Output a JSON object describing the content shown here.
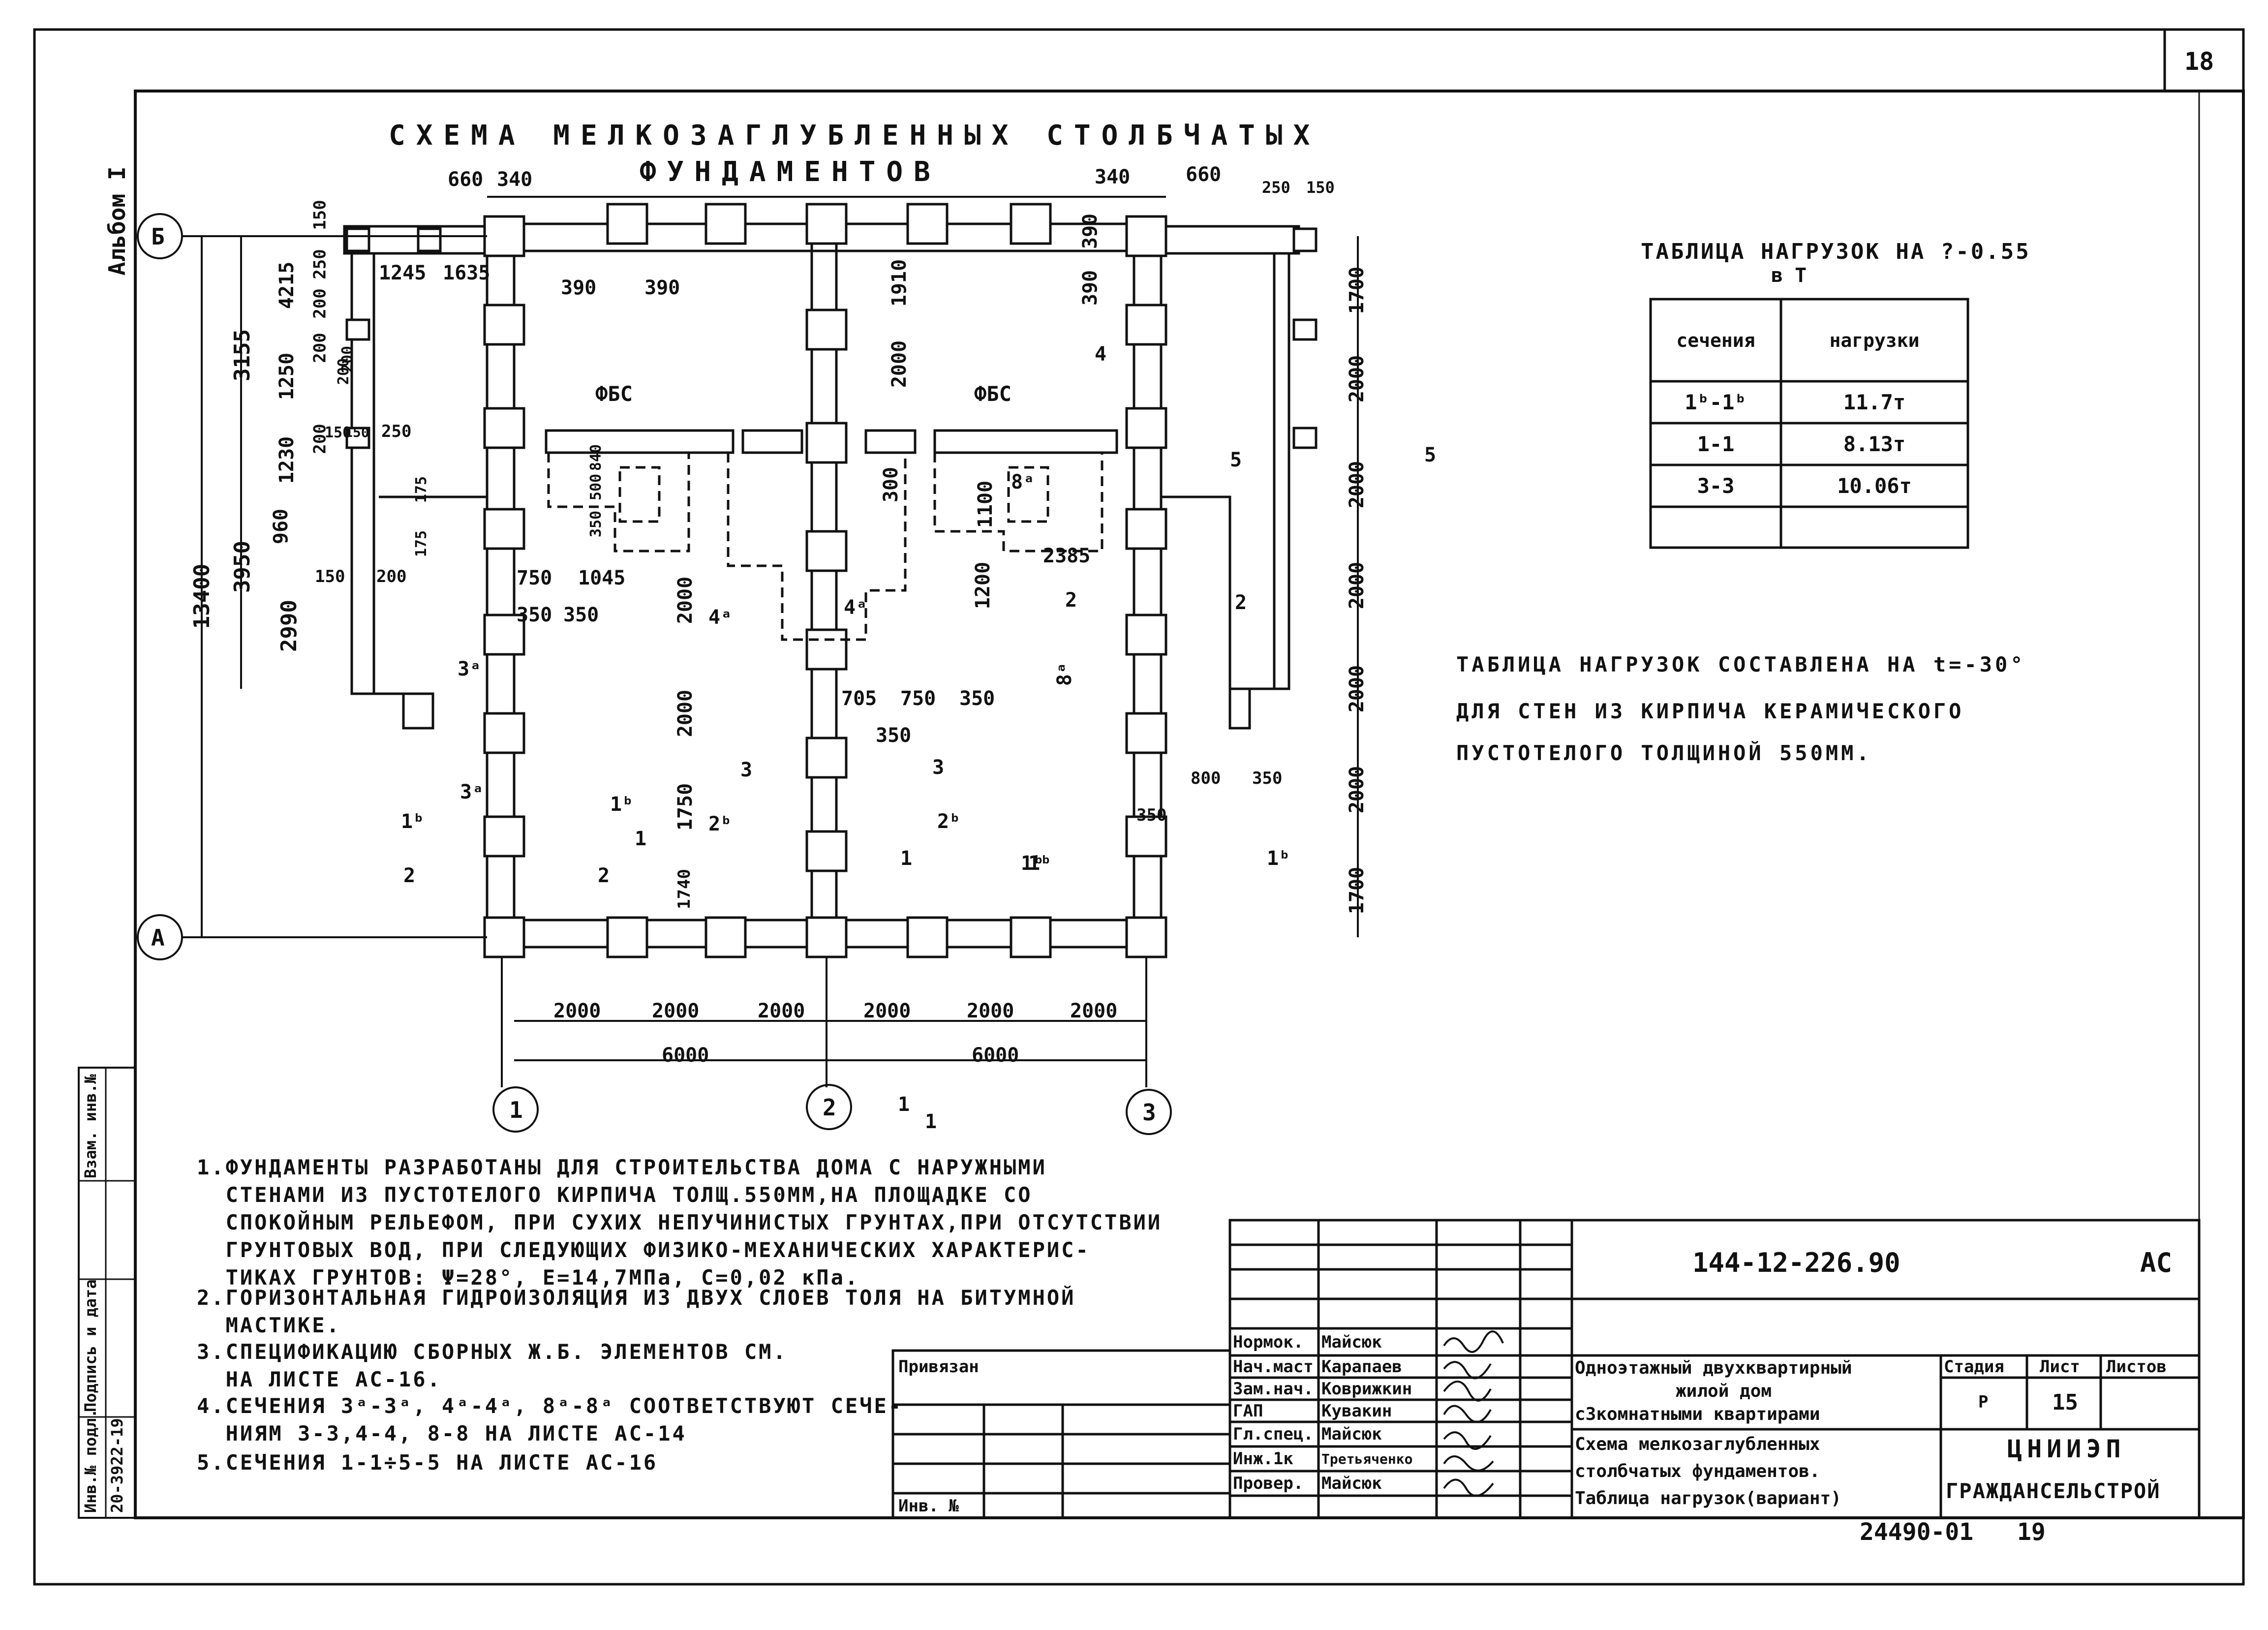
{
  "sheet_number": "18",
  "album_label": "Альбом I",
  "title_line1": "СХЕМА МЕЛКОЗАГЛУБЛЕННЫХ СТОЛБЧАТЫХ",
  "title_line2": "ФУНДАМЕНТОВ",
  "axes": {
    "row_top": "Б",
    "row_bottom": "А",
    "col1": "1",
    "col2": "2",
    "col3": "3"
  },
  "top_dims": [
    "660",
    "340",
    "340",
    "660",
    "250",
    "150"
  ],
  "dims_inner": [
    "1245",
    "1635",
    "390",
    "390",
    "1910",
    "390",
    "390",
    "ФБС",
    "ФБС",
    "2385",
    "750",
    "1045",
    "350",
    "350",
    "705",
    "750",
    "350",
    "350",
    "800",
    "350",
    "350",
    "1200",
    "1100",
    "300",
    "2000",
    "2000",
    "2000",
    "1750",
    "1740",
    "500",
    "840",
    "350",
    "200",
    "150",
    "250"
  ],
  "left_dims": [
    "150",
    "4215",
    "250",
    "200",
    "1250",
    "200",
    "200",
    "1230",
    "200",
    "150",
    "960",
    "175",
    "175",
    "3155",
    "3950",
    "2990",
    "150",
    "200",
    "13400"
  ],
  "right_dims": [
    "1700",
    "2000",
    "2000",
    "2000",
    "2000",
    "2000",
    "1700"
  ],
  "bottom_dims": [
    "2000",
    "2000",
    "2000",
    "2000",
    "2000",
    "2000"
  ],
  "bottom_totals": [
    "6000",
    "6000"
  ],
  "section_marks": [
    "4",
    "5",
    "5",
    "2",
    "2",
    "4ᵃ",
    "4ᵃ",
    "8ᵃ",
    "8ᵃ",
    "3ᵃ",
    "3ᵃ",
    "3",
    "3",
    "2ᵇ",
    "2ᵇ",
    "1ᵇ",
    "1ᵇ",
    "1ᵇ",
    "1ᵇ",
    "2",
    "2",
    "1",
    "1",
    "1ᵇ",
    "1",
    "1"
  ],
  "load_table": {
    "title": "ТАБЛИЦА НАГРУЗОК НА ?-0.55",
    "subtitle": "в Т",
    "header": [
      "сечения",
      "нагрузки"
    ],
    "rows": [
      [
        "1ᵇ-1ᵇ",
        "11.7т"
      ],
      [
        "1-1",
        "8.13т"
      ],
      [
        "3-3",
        "10.06т"
      ],
      [
        "",
        ""
      ]
    ]
  },
  "load_note": [
    "ТАБЛИЦА НАГРУЗОК СОСТАВЛЕНА НА t=-30°",
    "ДЛЯ СТЕН ИЗ КИРПИЧА КЕРАМИЧЕСКОГО",
    "ПУСТОТЕЛОГО ТОЛЩИНОЙ 550ММ."
  ],
  "notes": [
    "1.ФУНДАМЕНТЫ РАЗРАБОТАНЫ ДЛЯ СТРОИТЕЛЬСТВА ДОМА С НАРУЖНЫМИ\n  СТЕНАМИ ИЗ ПУСТОТЕЛОГО КИРПИЧА ТОЛЩ.550ММ,НА ПЛОЩАДКЕ СО\n  СПОКОЙНЫМ РЕЛЬЕФОМ, ПРИ СУХИХ НЕПУЧИНИСТЫХ ГРУНТАХ,ПРИ ОТСУТСТВИИ\n  ГРУНТОВЫХ ВОД, ПРИ СЛЕДУЮЩИХ ФИЗИКО-МЕХАНИЧЕСКИХ ХАРАКТЕРИС-\n  ТИКАХ ГРУНТОВ: Ψ=28°, Е=14,7МПа, С=0,02 кПа.",
    "2.ГОРИЗОНТАЛЬНАЯ ГИДРОИЗОЛЯЦИЯ ИЗ ДВУХ СЛОЕВ ТОЛЯ НА БИТУМНОЙ\n  МАСТИКЕ.",
    "3.СПЕЦИФИКАЦИЮ СБОРНЫХ Ж.Б. ЭЛЕМЕНТОВ СМ.\n  НА ЛИСТЕ АС-16.",
    "4.СЕЧЕНИЯ 3ᵃ-3ᵃ, 4ᵃ-4ᵃ, 8ᵃ-8ᵃ СООТВЕТСТВУЮТ СЕЧЕ-\n  НИЯМ 3-3,4-4, 8-8 НА ЛИСТЕ АС-14",
    "5.СЕЧЕНИЯ 1-1÷5-5 НА ЛИСТЕ АС-16"
  ],
  "left_margin": {
    "inv_podl": "Инв.№ подл.",
    "podpis": "Подпись и дата",
    "vzam": "Взам. инв.№",
    "inv_number": "20-3922-19"
  },
  "stamp": {
    "privyazan": "Привязан",
    "inv": "Инв. №",
    "code": "144-12-226.90",
    "mark": "АС",
    "roles": [
      "Нормок.",
      "Нач.маст",
      "Зам.нач.",
      "ГАП",
      "Гл.спец.",
      "Инж.1к",
      "Провер."
    ],
    "names": [
      "Майсюк",
      "Карапаев",
      "Коврижкин",
      "Кувакин",
      "Майсюк",
      "Третьяченко",
      "Майсюк"
    ],
    "project": [
      "Одноэтажный двухквартирный",
      "жилой дом",
      "с3комнатными квартирами"
    ],
    "drawing": [
      "Схема мелкозаглубленных",
      "столбчатых фундаментов.",
      "Таблица нагрузок(вариант)"
    ],
    "stage_label": "Стадия",
    "sheet_label": "Лист",
    "sheets_label": "Листов",
    "stage": "Р",
    "sheet": "15",
    "org1": "ЦНИИЭП",
    "org2": "ГРАЖДАНСЕЛЬСТРОЙ"
  },
  "footer_code": "24490-01",
  "footer_page": "19"
}
